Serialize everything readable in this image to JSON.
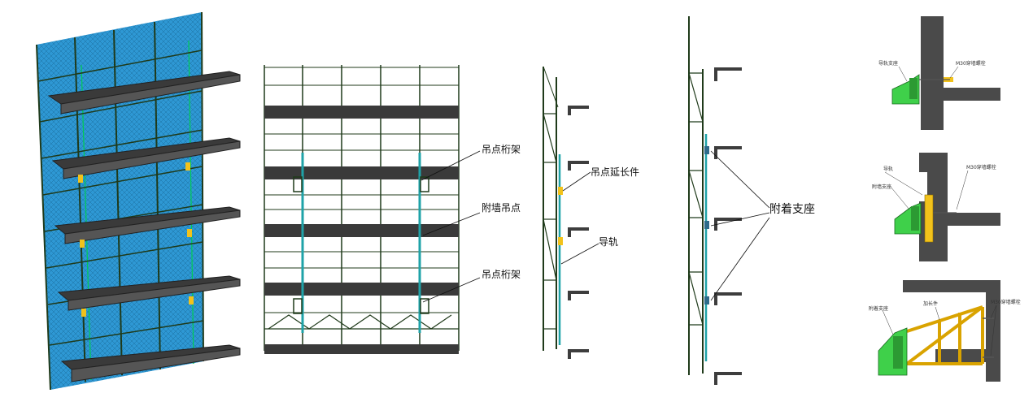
{
  "elevation_labels": {
    "truss_top": "吊点桁架",
    "wall_point": "附墙吊点",
    "truss_bottom": "吊点桁架"
  },
  "section_labels": {
    "extension": "吊点延长件",
    "guide_rail": "导轨"
  },
  "support_label": "附着支座",
  "detail_labels": {
    "d1_left": "导轨支座",
    "d1_right": "M30穿墙螺栓",
    "d2_top": "导轨",
    "d2_left": "附墙支座",
    "d2_right": "M30穿墙螺栓",
    "d3_left": "附着支座",
    "d3_mid": "加长件",
    "d3_right": "M30穿墙螺栓"
  },
  "colors": {
    "mesh": "#2e98d4",
    "frame": "#1f3a1a",
    "slab": "#3d3d3d",
    "wall": "#4a4a4a",
    "green": "#3fd04a",
    "yellow": "#f2c21b",
    "rail": "#1fa3a8"
  }
}
